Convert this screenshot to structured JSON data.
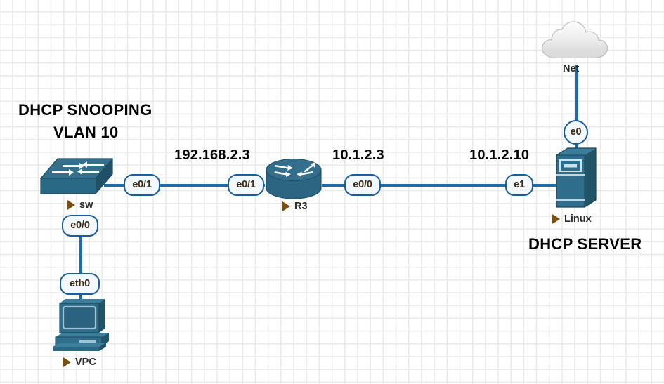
{
  "diagram": {
    "title": "DHCP Snooping network topology",
    "background": "#ffffff",
    "grid_color": "#e9e9e9",
    "link_color": "#1a6cae",
    "device_color": "#2e6f8e",
    "annotation_color": "#000000"
  },
  "annotations": [
    {
      "id": "dhcp-snooping",
      "line1": "DHCP SNOOPING",
      "line2": "VLAN 10"
    },
    {
      "id": "dhcp-server",
      "text": "DHCP SERVER"
    }
  ],
  "ip_labels": [
    {
      "id": "ip-sw-r3",
      "text": "192.168.2.3"
    },
    {
      "id": "ip-r3-linux",
      "text": "10.1.2.3"
    },
    {
      "id": "ip-linux",
      "text": "10.1.2.10"
    }
  ],
  "devices": [
    {
      "id": "sw",
      "label": "sw",
      "type": "switch",
      "has_run_marker": true
    },
    {
      "id": "vpc",
      "label": "VPC",
      "type": "pc",
      "has_run_marker": true
    },
    {
      "id": "r3",
      "label": "R3",
      "type": "router",
      "has_run_marker": true
    },
    {
      "id": "linux",
      "label": "Linux",
      "type": "server",
      "has_run_marker": true
    },
    {
      "id": "net",
      "label": "Net",
      "type": "cloud",
      "has_run_marker": false
    }
  ],
  "interfaces": [
    {
      "id": "sw-e0-1",
      "label": "e0/1",
      "device": "sw",
      "shape": "pill"
    },
    {
      "id": "sw-e0-0",
      "label": "e0/0",
      "device": "sw",
      "shape": "pill"
    },
    {
      "id": "vpc-eth0",
      "label": "eth0",
      "device": "vpc",
      "shape": "pill"
    },
    {
      "id": "r3-e0-1",
      "label": "e0/1",
      "device": "r3",
      "shape": "pill"
    },
    {
      "id": "r3-e0-0",
      "label": "e0/0",
      "device": "r3",
      "shape": "pill"
    },
    {
      "id": "linux-e1",
      "label": "e1",
      "device": "linux",
      "shape": "pill"
    },
    {
      "id": "linux-e0",
      "label": "e0",
      "device": "linux",
      "shape": "round"
    }
  ],
  "links": [
    {
      "id": "link-sw-r3",
      "from": "sw-e0-1",
      "to": "r3-e0-1",
      "orientation": "horizontal"
    },
    {
      "id": "link-r3-linux",
      "from": "r3-e0-0",
      "to": "linux-e1",
      "orientation": "horizontal"
    },
    {
      "id": "link-sw-vpc",
      "from": "sw-e0-0",
      "to": "vpc-eth0",
      "orientation": "vertical"
    },
    {
      "id": "link-net-linux",
      "from": "net",
      "to": "linux-e0",
      "orientation": "vertical"
    }
  ]
}
